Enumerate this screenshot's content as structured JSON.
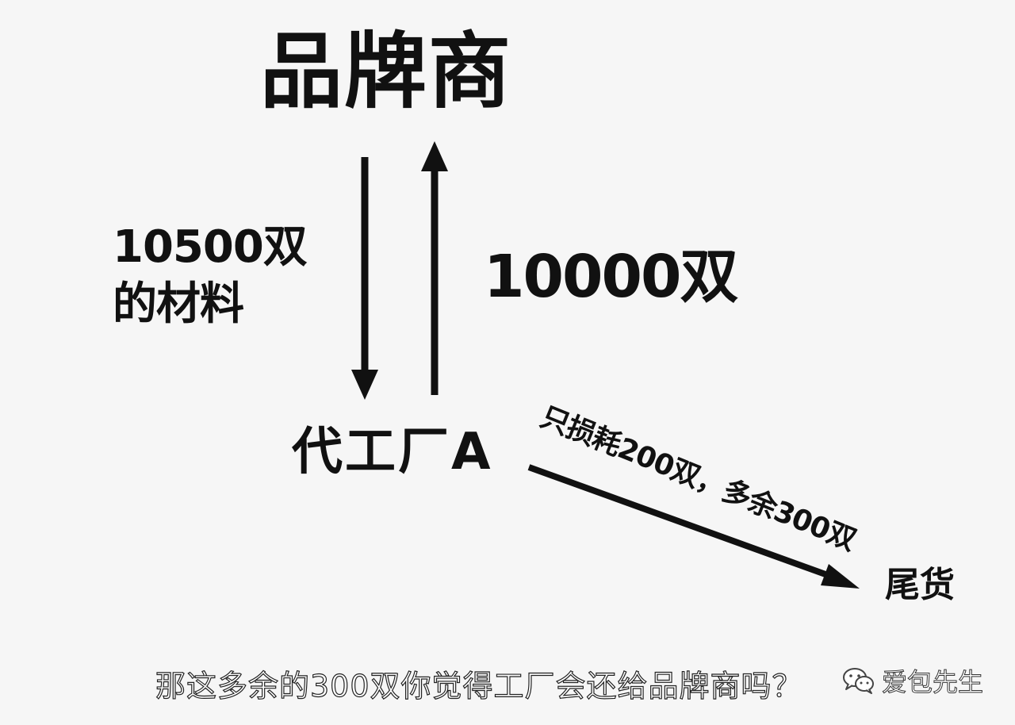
{
  "diagram": {
    "brand": "品牌商",
    "material_line1": "10500双",
    "material_line2": "的材料",
    "returned": "10000双",
    "factory": "代工厂A",
    "loss_note": "只损耗200双，多余300双",
    "surplus": "尾货"
  },
  "caption": "那这多余的300双你觉得工厂会还给品牌商吗？",
  "watermark": {
    "text": "爱包先生",
    "icon": "wechat-icon"
  }
}
